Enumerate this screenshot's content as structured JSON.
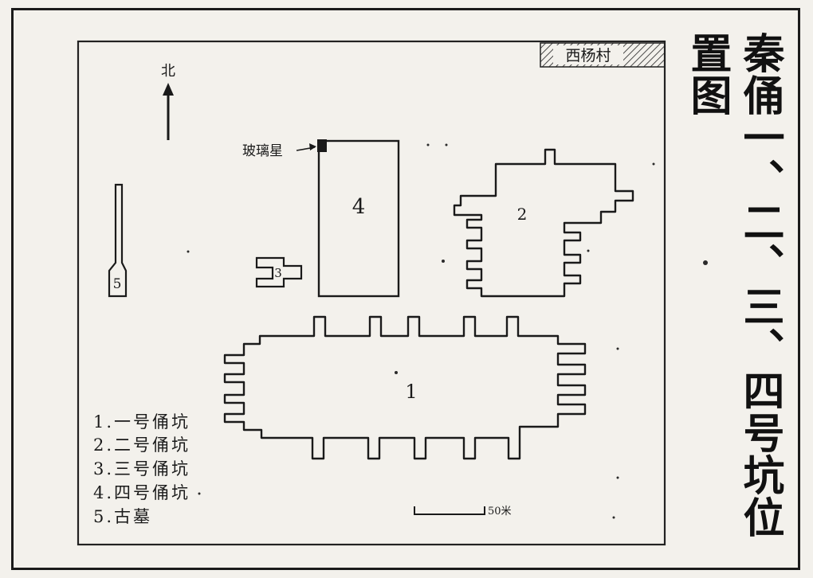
{
  "title": "秦俑一、二、三、四号坑位置图",
  "north_label": "北",
  "village_label": "西杨村",
  "pointer_label": "玻璃星",
  "pit_labels": [
    "1",
    "2",
    "3",
    "4",
    "5"
  ],
  "scale_label": "50米",
  "legend": {
    "rows": [
      "1.一号俑坑",
      "2.二号俑坑",
      "3.三号俑坑",
      "4.四号俑坑",
      "5.古墓"
    ]
  }
}
